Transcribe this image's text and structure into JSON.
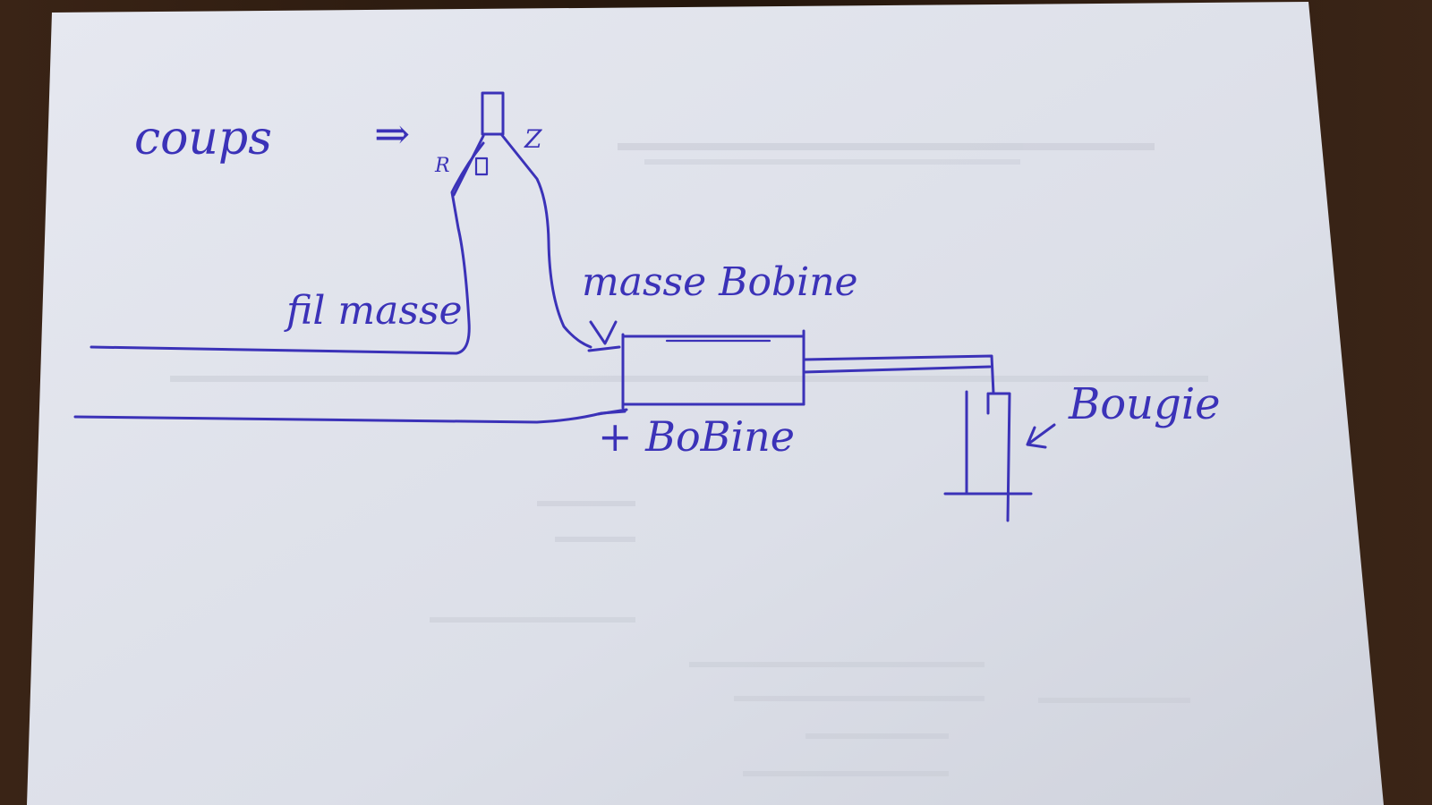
{
  "diagram": {
    "labels": {
      "corps": "coups",
      "corps_arrow": "⇒",
      "terminal_r": "R",
      "terminal_z": "Z",
      "fil_masse": "fil masse",
      "masse_bobine": "masse Bobine",
      "plus_bobine": "+ BoBine",
      "bougie": "Bougie"
    },
    "colors": {
      "ink": "#3b32b8",
      "paper": "#dfe1ea",
      "desk": "#2a1a10"
    }
  }
}
